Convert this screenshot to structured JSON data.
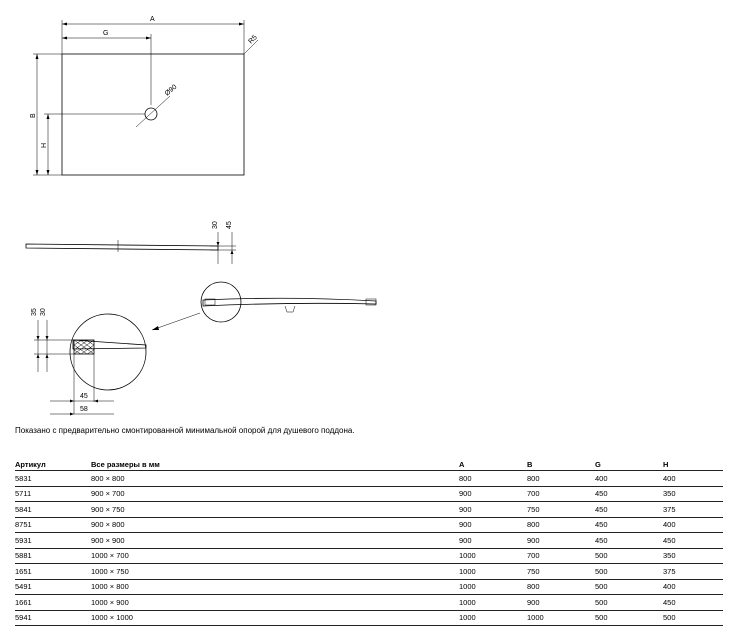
{
  "drawing": {
    "top_view": {
      "dim_a": "A",
      "dim_g": "G",
      "dim_b": "B",
      "dim_h": "H",
      "radius": "R5",
      "drain": "Ø90"
    },
    "side_view": {
      "dim_30": "30",
      "dim_45": "45"
    },
    "detail": {
      "dim_35": "35",
      "dim_30": "30",
      "dim_45": "45",
      "dim_58": "58"
    }
  },
  "caption": "Показано с предварительно смонтированной минимальной опорой для душевого поддона.",
  "table": {
    "headers": [
      "Артикул",
      "Все размеры в мм",
      "A",
      "B",
      "G",
      "H"
    ],
    "rows": [
      [
        "5831",
        "800 × 800",
        "800",
        "800",
        "400",
        "400"
      ],
      [
        "5711",
        "900 × 700",
        "900",
        "700",
        "450",
        "350"
      ],
      [
        "5841",
        "900 × 750",
        "900",
        "750",
        "450",
        "375"
      ],
      [
        "8751",
        "900 × 800",
        "900",
        "800",
        "450",
        "400"
      ],
      [
        "5931",
        "900 × 900",
        "900",
        "900",
        "450",
        "450"
      ],
      [
        "5881",
        "1000 × 700",
        "1000",
        "700",
        "500",
        "350"
      ],
      [
        "1651",
        "1000 × 750",
        "1000",
        "750",
        "500",
        "375"
      ],
      [
        "5491",
        "1000 × 800",
        "1000",
        "800",
        "500",
        "400"
      ],
      [
        "1661",
        "1000 × 900",
        "1000",
        "900",
        "500",
        "450"
      ],
      [
        "5941",
        "1000 × 1000",
        "1000",
        "1000",
        "500",
        "500"
      ]
    ]
  }
}
